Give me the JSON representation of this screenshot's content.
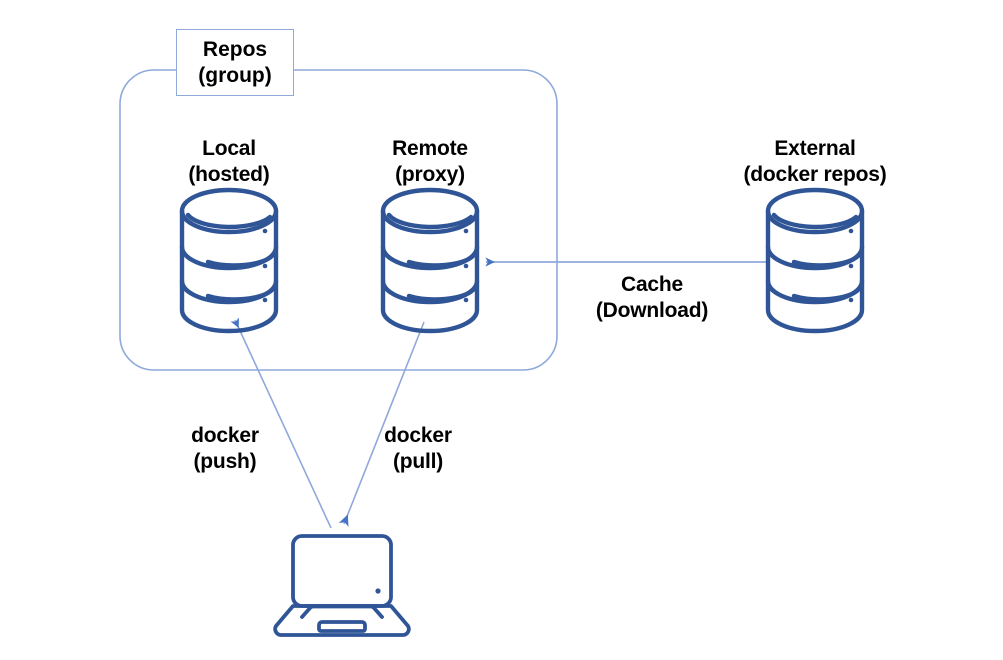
{
  "diagram": {
    "title_box": {
      "name": "repos-group-box",
      "line1": "Repos",
      "line2": "(group)"
    },
    "nodes": [
      {
        "id": "local",
        "icon": "database-cylinder-icon",
        "line1": "Local",
        "line2": "(hosted)"
      },
      {
        "id": "remote",
        "icon": "database-cylinder-icon",
        "line1": "Remote",
        "line2": "(proxy)"
      },
      {
        "id": "external",
        "icon": "database-cylinder-icon",
        "line1": "External",
        "line2": "(docker repos)"
      },
      {
        "id": "client",
        "icon": "laptop-icon",
        "line1": "",
        "line2": ""
      }
    ],
    "edges": [
      {
        "id": "cache",
        "from": "external",
        "to": "remote",
        "line1": "Cache",
        "line2": "(Download)",
        "direction": "left"
      },
      {
        "id": "push",
        "from": "client",
        "to": "local",
        "line1": "docker",
        "line2": "(push)",
        "direction": "up"
      },
      {
        "id": "pull",
        "from": "remote",
        "to": "client",
        "line1": "docker",
        "line2": "(pull)",
        "direction": "down"
      }
    ],
    "colors": {
      "icon_stroke": "#2F5597",
      "connector": "#8FA9DB",
      "group_border": "#8FA9DB",
      "text": "#000000",
      "background": "#FFFFFF"
    }
  }
}
